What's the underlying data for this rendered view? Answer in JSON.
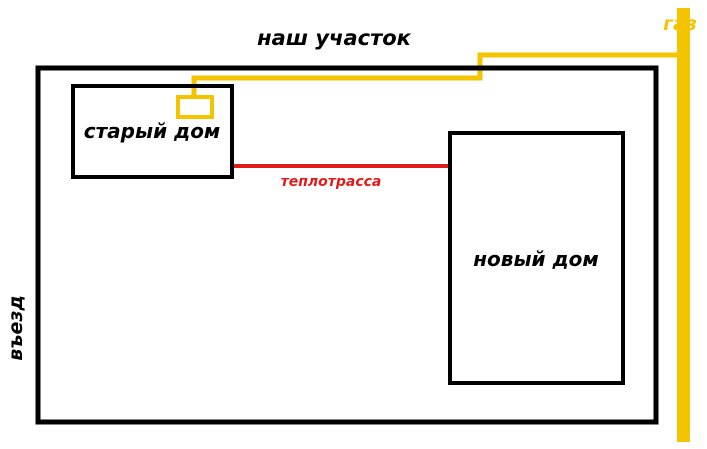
{
  "labels": {
    "plot": "наш участок",
    "gas": "газ",
    "old_house": "старый дом",
    "heat_line": "теплотрасса",
    "new_house": "новый дом",
    "entrance": "въезд"
  },
  "colors": {
    "outline": "#000000",
    "gas": "#f5c400",
    "heat_line": "#e01b1b",
    "background": "#ffffff"
  }
}
